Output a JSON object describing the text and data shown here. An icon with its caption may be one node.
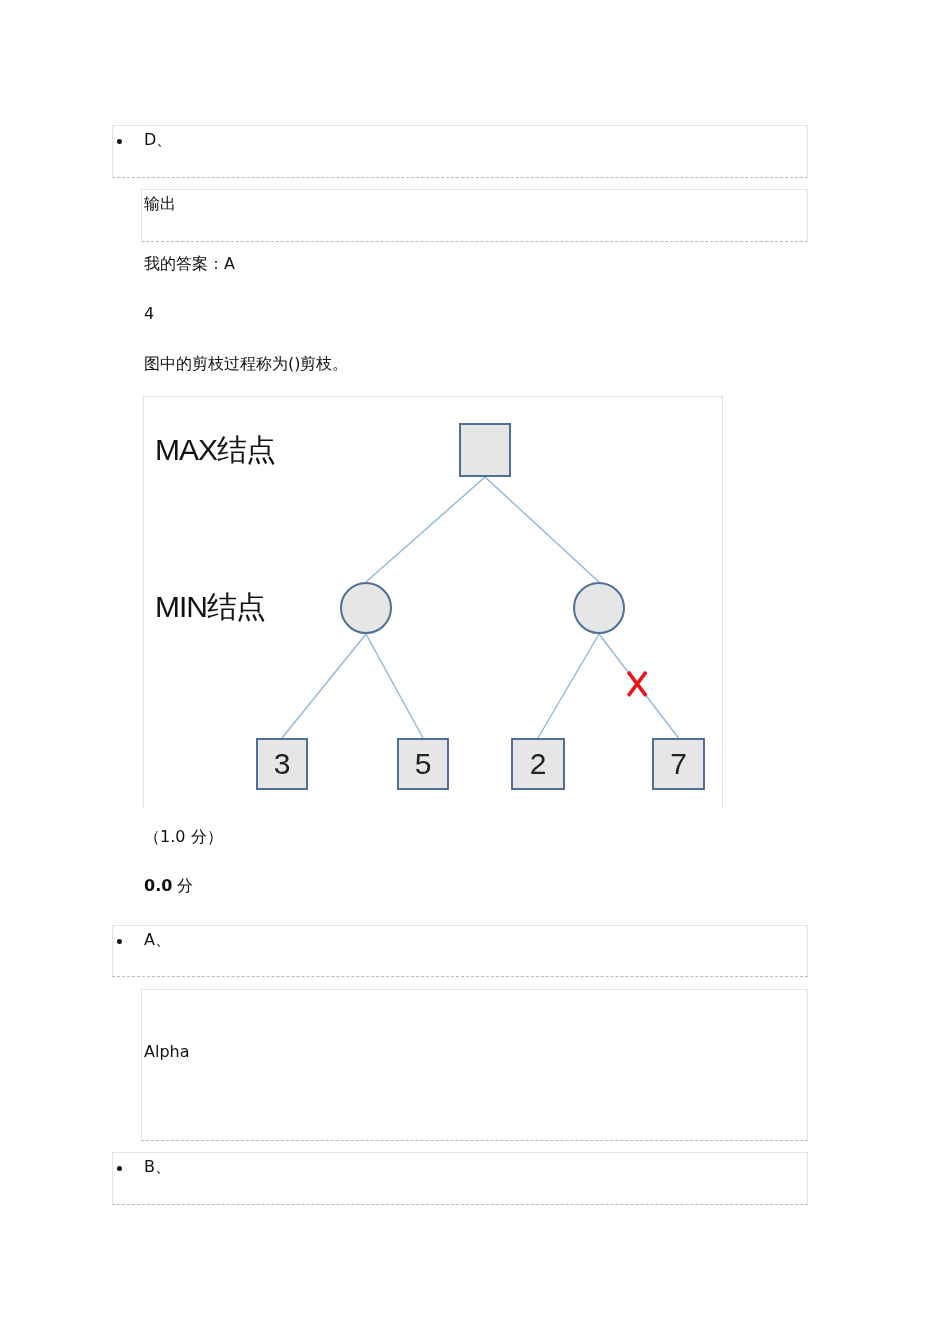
{
  "diagram": {
    "nodes": [
      {
        "text": [
          "D、"
        ]
      },
      {
        "text": [
          "输出"
        ]
      },
      {
        "text": [],
        "shape": "box"
      },
      {
        "text": [],
        "shape": "circle"
      },
      {
        "text": [],
        "shape": "circle"
      },
      {
        "text": [
          "3"
        ]
      },
      {
        "text": [
          "5"
        ]
      },
      {
        "text": [
          "2"
        ]
      },
      {
        "text": [
          "7"
        ]
      },
      {
        "text": [
          "A、"
        ]
      },
      {
        "text": [
          "Alpha"
        ]
      },
      {
        "text": [
          "B、"
        ]
      }
    ],
    "edges": [
      {
        "from": 2,
        "to": 3,
        "arrow": "none"
      },
      {
        "from": 2,
        "to": 4,
        "arrow": "none"
      },
      {
        "from": 3,
        "to": 5,
        "arrow": "none"
      },
      {
        "from": 3,
        "to": 6,
        "arrow": "none"
      },
      {
        "from": 4,
        "to": 7,
        "arrow": "none"
      },
      {
        "from": 4,
        "to": 8,
        "arrow": "none"
      }
    ],
    "labels": [
      "我的答案：A",
      "4",
      "图中的剪枝过程称为()剪枝。",
      "MAX结点",
      "MIN结点",
      "（1.0 分）",
      "**0.0** 分"
    ]
  }
}
